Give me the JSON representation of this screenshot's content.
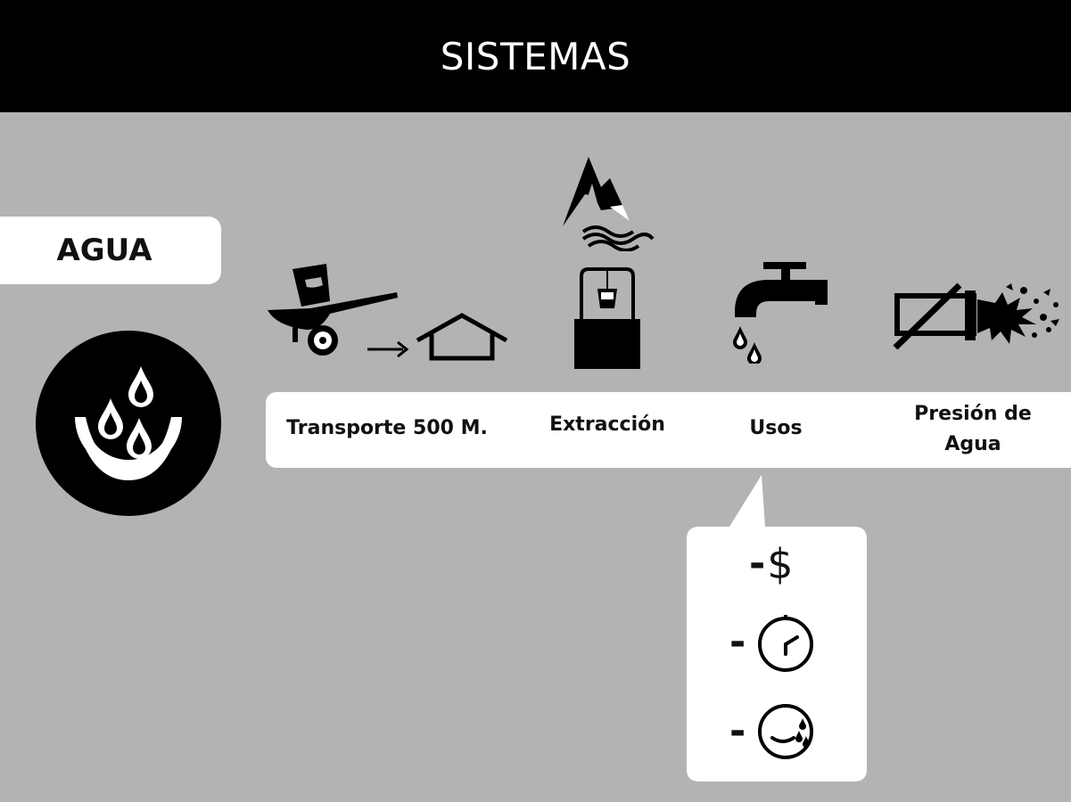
{
  "header": {
    "title": "SISTEMAS"
  },
  "category": {
    "label": "AGUA",
    "icon": "water-bowl-icon"
  },
  "systems": [
    {
      "label": "Transporte 500 M.",
      "icon": "wheelbarrow-to-house-icon"
    },
    {
      "label": "Extracción",
      "icon": "mountain-well-icon"
    },
    {
      "label": "Usos",
      "icon": "faucet-icon"
    },
    {
      "label": "Presión de Agua",
      "icon": "burst-pipe-icon"
    }
  ],
  "callout": {
    "attached_to": "Usos",
    "items": [
      {
        "prefix": "-",
        "symbol": "$",
        "icon": "dollar-icon"
      },
      {
        "prefix": "-",
        "icon": "clock-icon"
      },
      {
        "prefix": "-",
        "icon": "tired-face-icon"
      }
    ]
  },
  "colors": {
    "background": "#b2b3b5",
    "header": "#000000",
    "panel": "#ffffff",
    "ink": "#000000"
  }
}
